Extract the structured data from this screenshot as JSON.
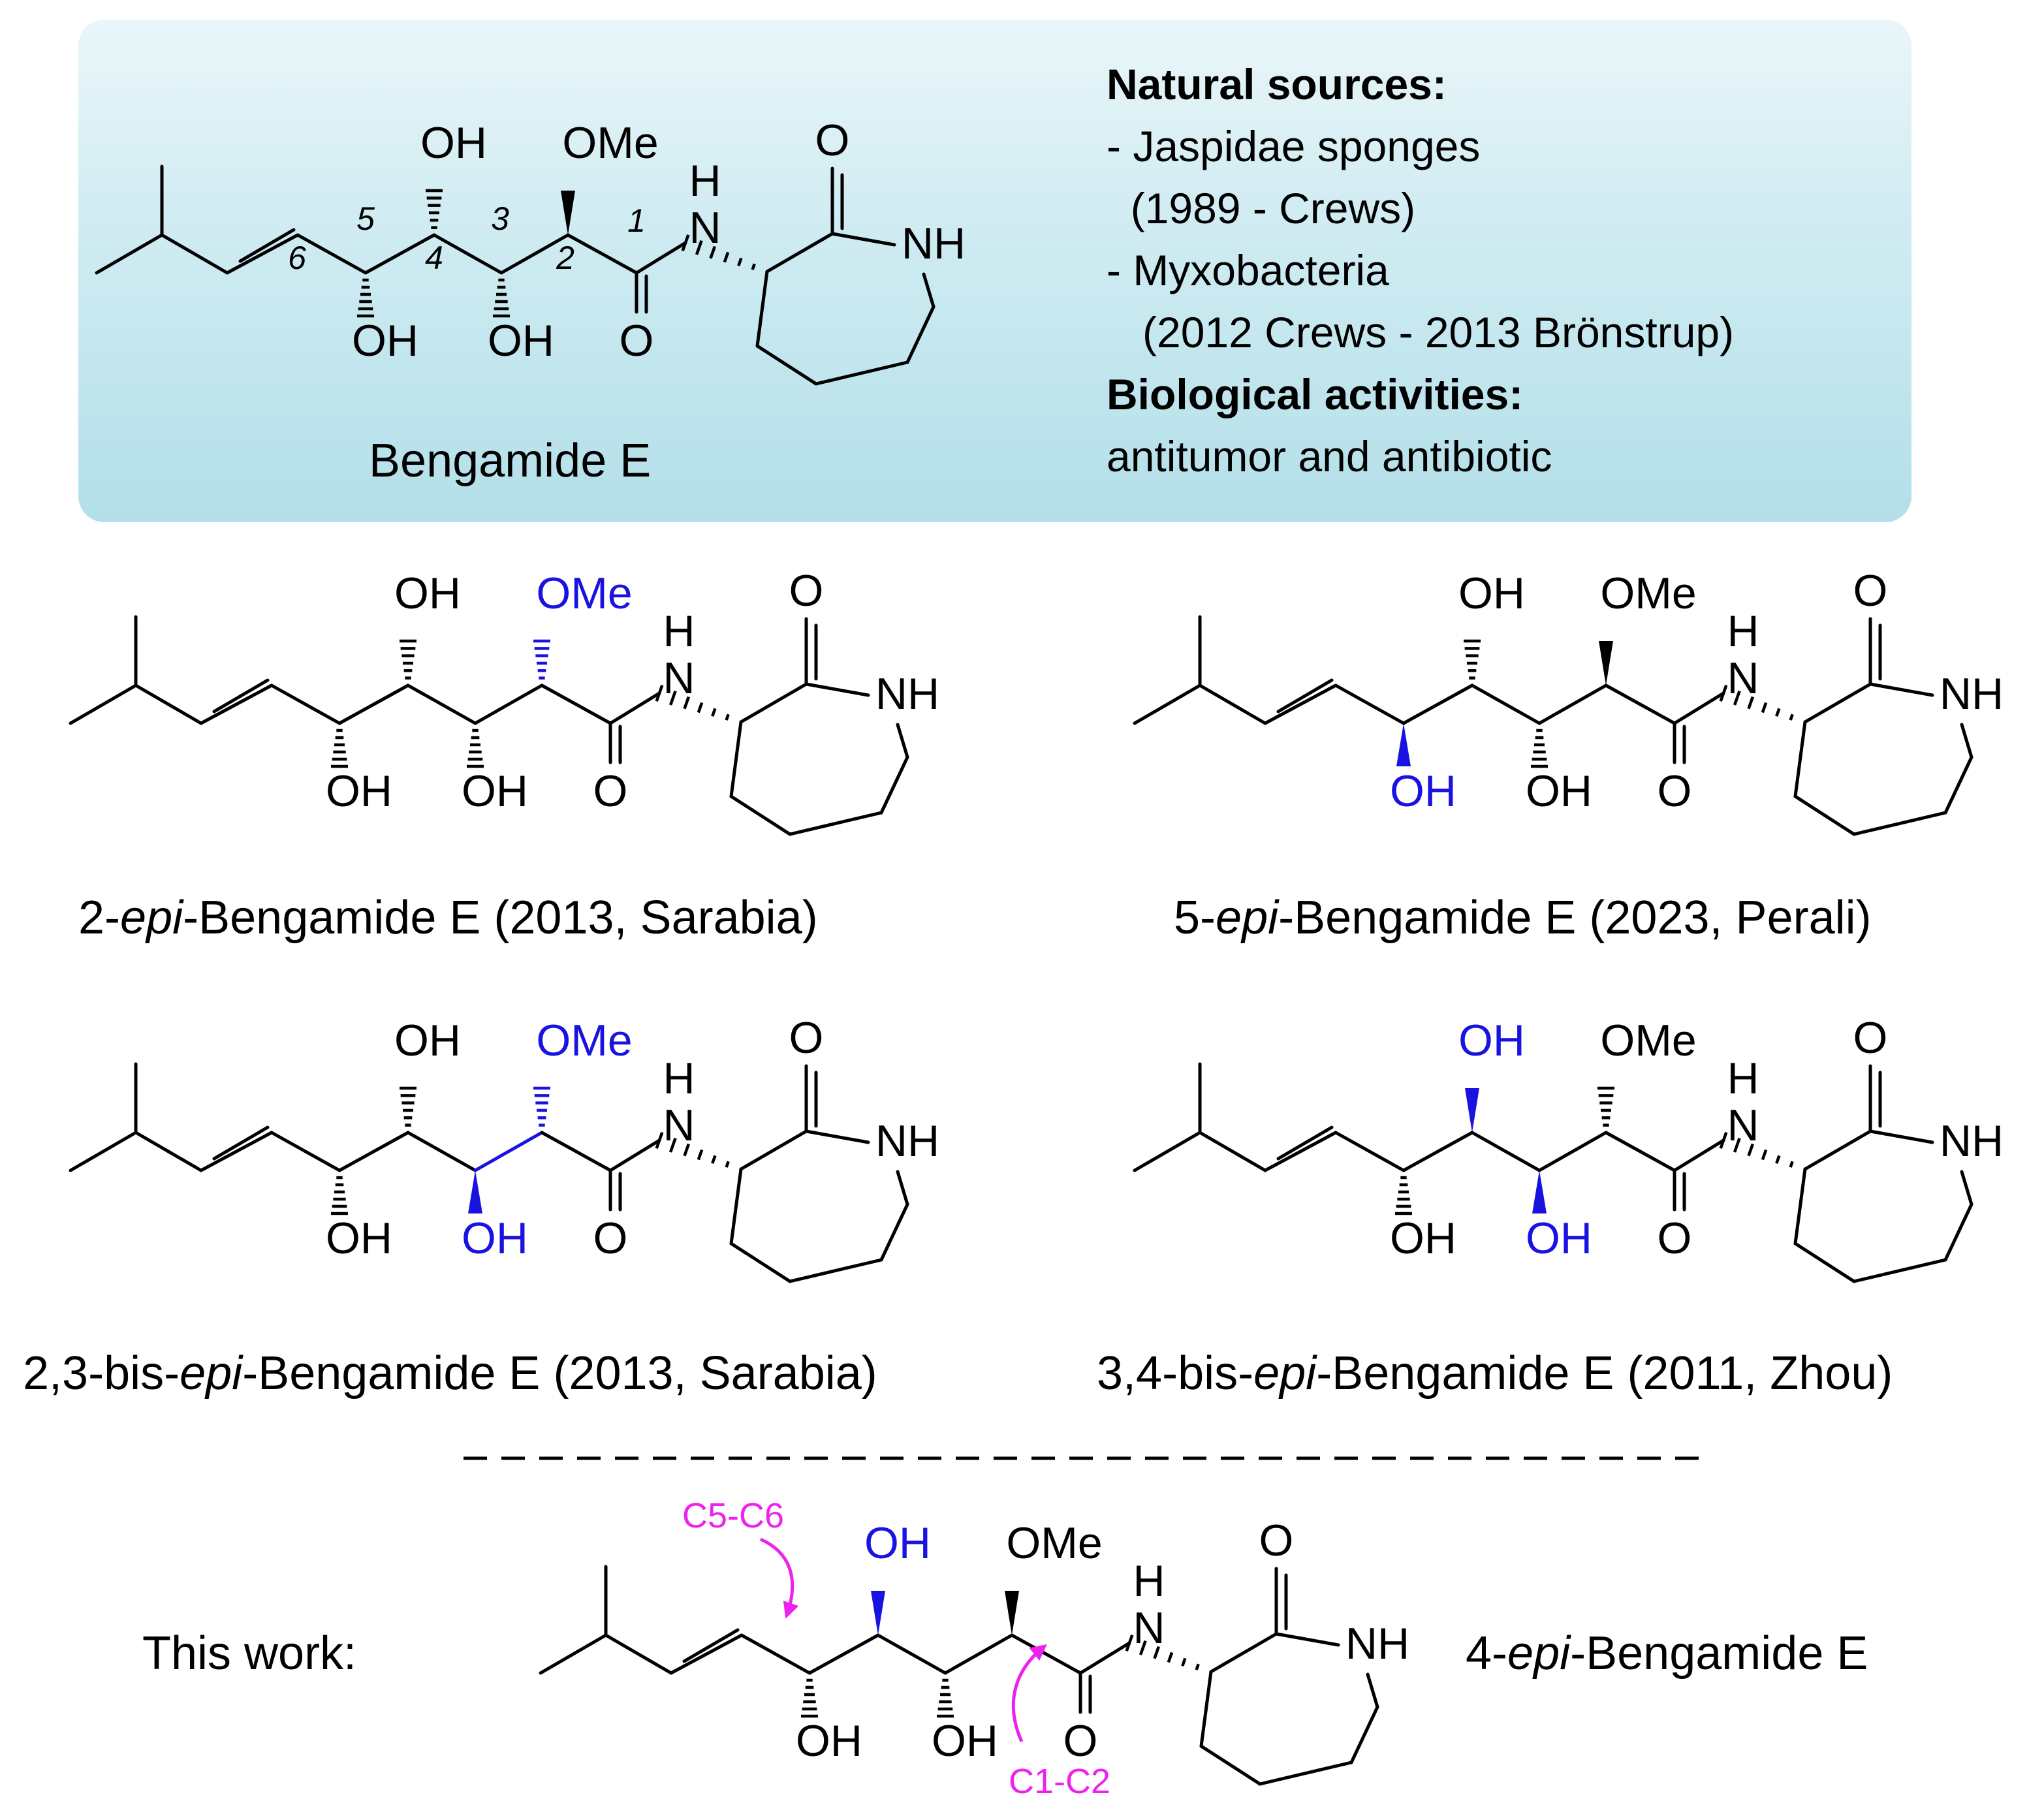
{
  "colors": {
    "bond": "#000000",
    "highlight": "#1a12e0",
    "annotation": "#ee22ee",
    "panel_fill": "#c5e7ef",
    "panel_edge": "#eaf6f9"
  },
  "atoms": {
    "oh": "OH",
    "ome": "OMe",
    "h": "H",
    "n": "N",
    "nh": "NH",
    "o": "O"
  },
  "numbering": [
    "1",
    "2",
    "3",
    "4",
    "5",
    "6"
  ],
  "header": {
    "compound_name": "Bengamide E",
    "info": {
      "sources_title": "Natural sources:",
      "source1": "- Jaspidae sponges",
      "source1_ref": "(1989 - Crews)",
      "source2": "-  Myxobacteria",
      "source2_ref": "(2012 Crews - 2013 Brönstrup)",
      "activities_title": "Biological activities:",
      "activities": "antitumor and antibiotic"
    }
  },
  "compounds": [
    {
      "prefix": "2-",
      "epi": "epi",
      "suffix": "-Bengamide E (2013, Sarabia)"
    },
    {
      "prefix": "5-",
      "epi": "epi",
      "suffix": "-Bengamide E (2023, Perali)"
    },
    {
      "prefix": "2,3-bis-",
      "epi": "epi",
      "suffix": "-Bengamide E (2013, Sarabia)"
    },
    {
      "prefix": "3,4-bis-",
      "epi": "epi",
      "suffix": "-Bengamide E (2011, Zhou)"
    }
  ],
  "this_work": {
    "label": "This work:",
    "name_prefix": "4-",
    "name_epi": "epi",
    "name_suffix": "-Bengamide E",
    "disconnection1": "C5-C6",
    "disconnection2": "C1-C2"
  }
}
